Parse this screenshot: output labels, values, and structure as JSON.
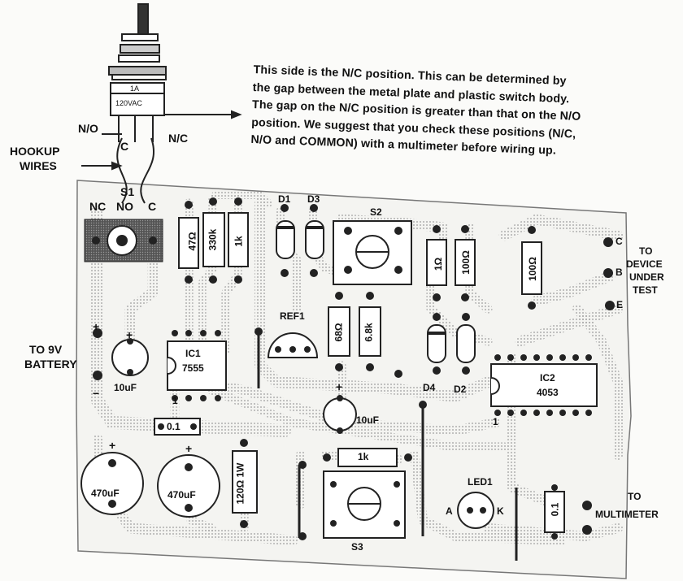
{
  "note_lines": [
    "This side is the N/C position.  This can be determined by",
    "the gap between the metal plate and plastic switch body.",
    "The gap on the N/C position is greater than that on the N/O",
    "position.  We suggest that you check these positions (N/C,",
    "N/O and COMMON) with a multimeter before wiring up."
  ],
  "switch_labels": {
    "no": "N/O",
    "c": "C",
    "nc": "N/C",
    "rating_top": "1A",
    "rating_bottom": "120VAC"
  },
  "hookup": {
    "line1": "HOOKUP",
    "line2": "WIRES"
  },
  "s1": {
    "name": "S1",
    "nc": "NC",
    "no": "NO",
    "c": "C"
  },
  "battery": {
    "line1": "TO 9V",
    "line2": "BATTERY"
  },
  "dut": {
    "line1": "TO",
    "line2": "DEVICE",
    "line3": "UNDER",
    "line4": "TEST",
    "pin_c": "C",
    "pin_b": "B",
    "pin_e": "E"
  },
  "multimeter": {
    "line1": "TO",
    "line2": "MULTIMETER"
  },
  "components": {
    "r1": "47Ω",
    "r2": "330k",
    "r3": "1k",
    "d1": "D1",
    "d3": "D3",
    "s2": "S2",
    "r4": "1Ω",
    "r5": "100Ω",
    "r6": "100Ω",
    "ref1": "REF1",
    "r7": "68Ω",
    "r8": "6.8k",
    "ic1": "IC1",
    "ic1_part": "7555",
    "c1": "10uF",
    "d4": "D4",
    "d2": "D2",
    "ic2": "IC2",
    "ic2_part": "4053",
    "c2": "10uF",
    "c3": "0.1",
    "c4": "470uF",
    "c5": "470uF",
    "r9": "120Ω 1W",
    "r10": "1k",
    "s3": "S3",
    "led": "LED1",
    "led_a": "A",
    "led_k": "K",
    "c6": "0.1",
    "pin1a": "1",
    "pin1b": "1",
    "plus": "+",
    "minus": "−"
  }
}
